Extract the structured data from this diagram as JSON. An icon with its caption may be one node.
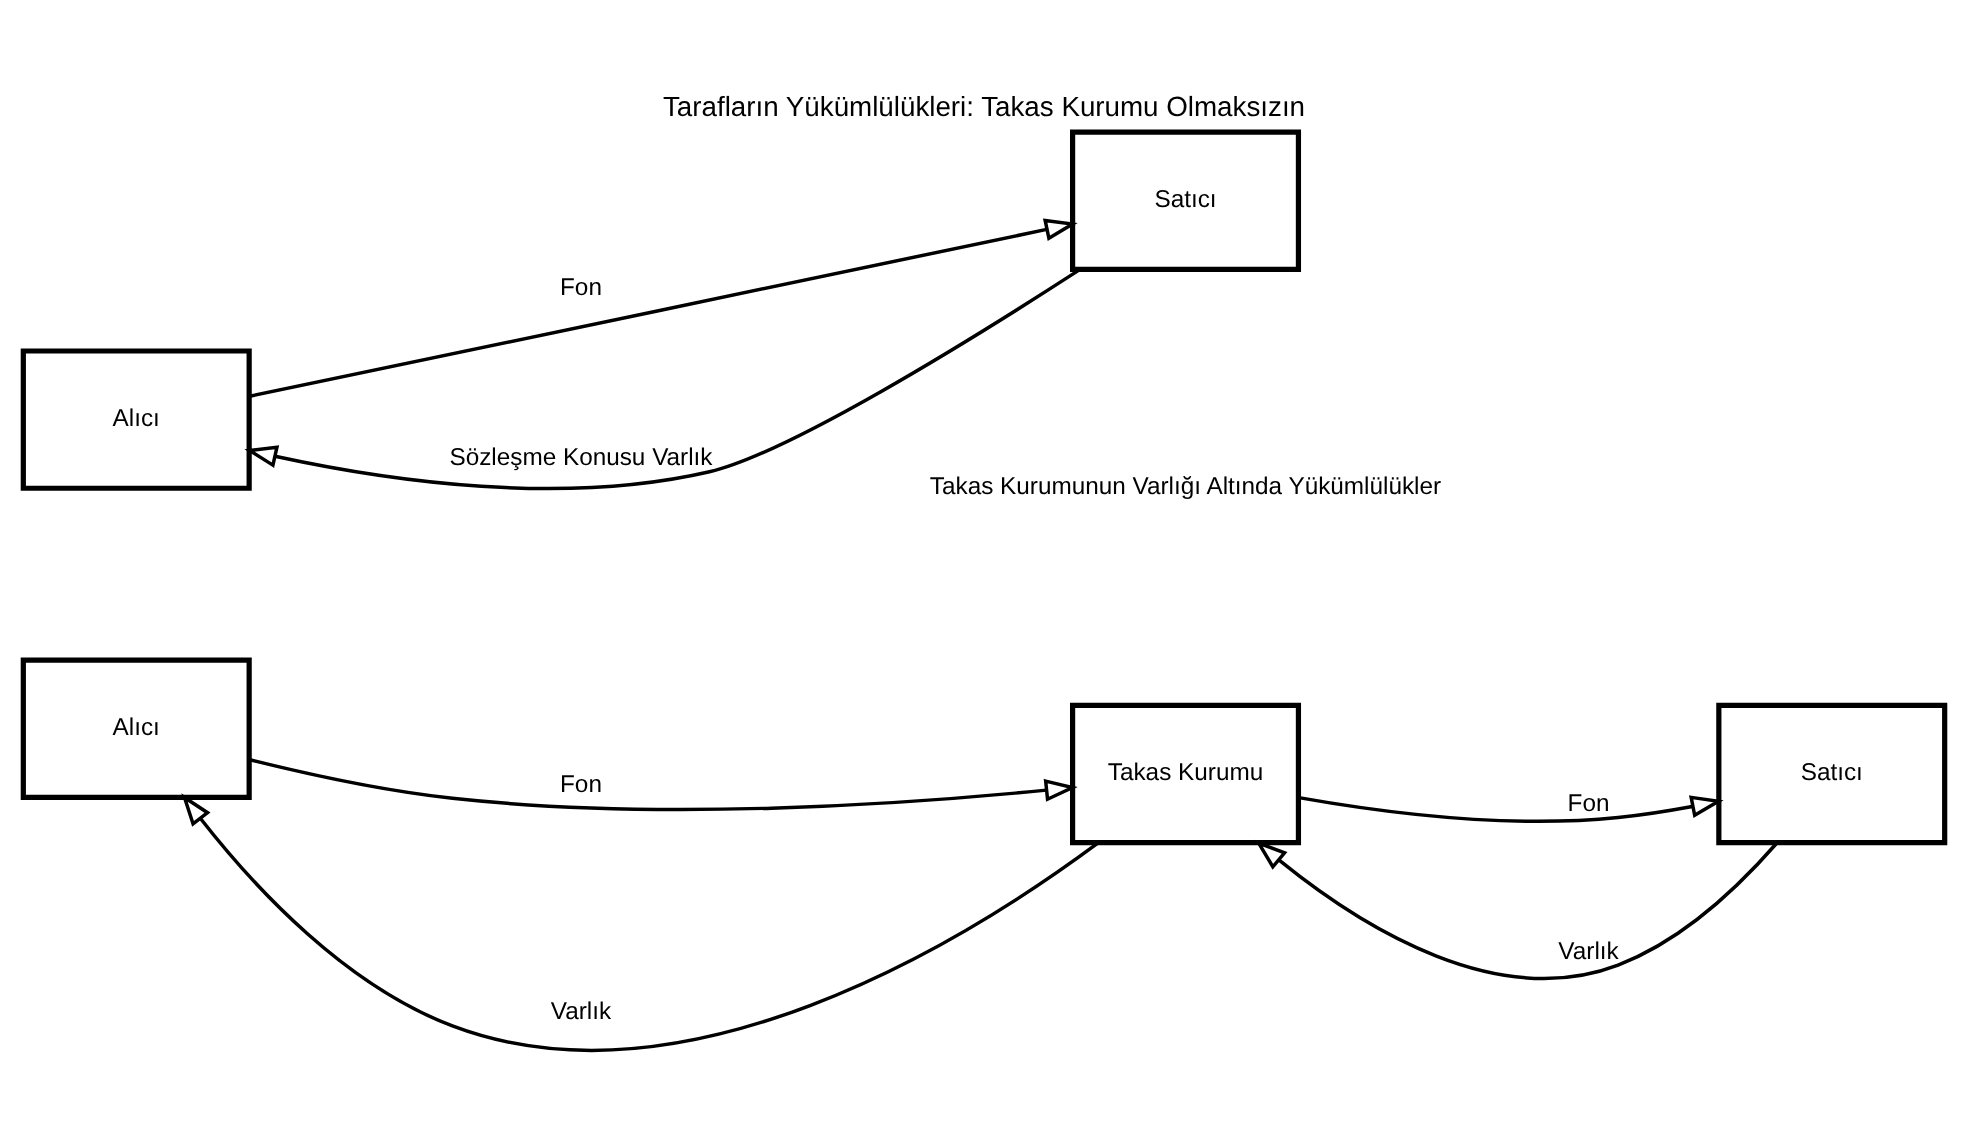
{
  "diagram": {
    "title": "Tarafların Yükümlülükleri: Takas Kurumu Olmaksızın",
    "nodes": [
      {
        "text": [
          "Alıcı"
        ]
      },
      {
        "text": [
          "Satıcı"
        ]
      },
      {
        "text": [
          "Alıcı"
        ]
      },
      {
        "text": [
          "Takas Kurumu"
        ]
      },
      {
        "text": [
          "Satıcı"
        ]
      }
    ],
    "edges": [
      {
        "from": 1,
        "to": 0,
        "arrow": "to",
        "label": "Sözleşme Konusu Varlık"
      },
      {
        "from": 0,
        "to": 1,
        "arrow": "to",
        "label": "Fon"
      },
      {
        "from": 3,
        "to": 2,
        "arrow": "to",
        "label": "Varlık"
      },
      {
        "from": 2,
        "to": 3,
        "arrow": "to",
        "label": "Fon"
      },
      {
        "from": 4,
        "to": 3,
        "arrow": "to",
        "label": "Varlık"
      },
      {
        "from": 3,
        "to": 4,
        "arrow": "to",
        "label": "Fon"
      }
    ],
    "labels": [
      "Takas Kurumunun Varlığı Altında Yükümlülükler"
    ]
  }
}
